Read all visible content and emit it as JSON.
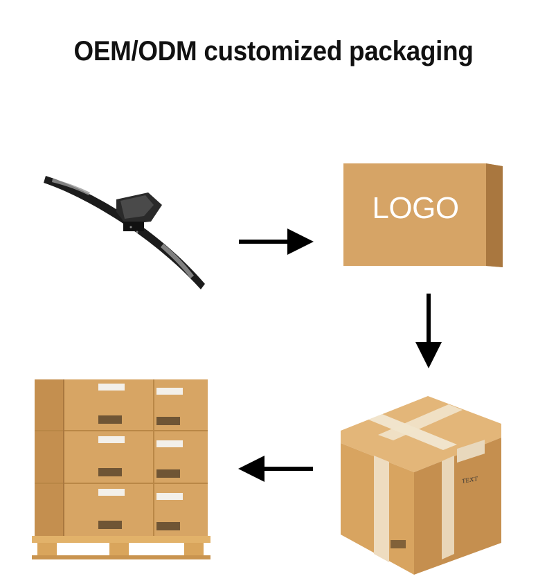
{
  "title": "OEM/ODM customized packaging",
  "steps": [
    {
      "name": "wiper-blade",
      "icon": "wiper-blade-product"
    },
    {
      "name": "logo-box",
      "label": "LOGO",
      "icon": "logo-printed-box"
    },
    {
      "name": "sealed-carton",
      "label": "TEXT",
      "icon": "taped-shipping-carton"
    },
    {
      "name": "pallet",
      "icon": "palletized-cartons"
    }
  ],
  "arrows": [
    "right",
    "down",
    "left"
  ],
  "colors": {
    "cardboard": "#d9a86a",
    "cardboard_dark": "#b9874b",
    "tape": "#efe1c8",
    "arrow": "#000000"
  }
}
